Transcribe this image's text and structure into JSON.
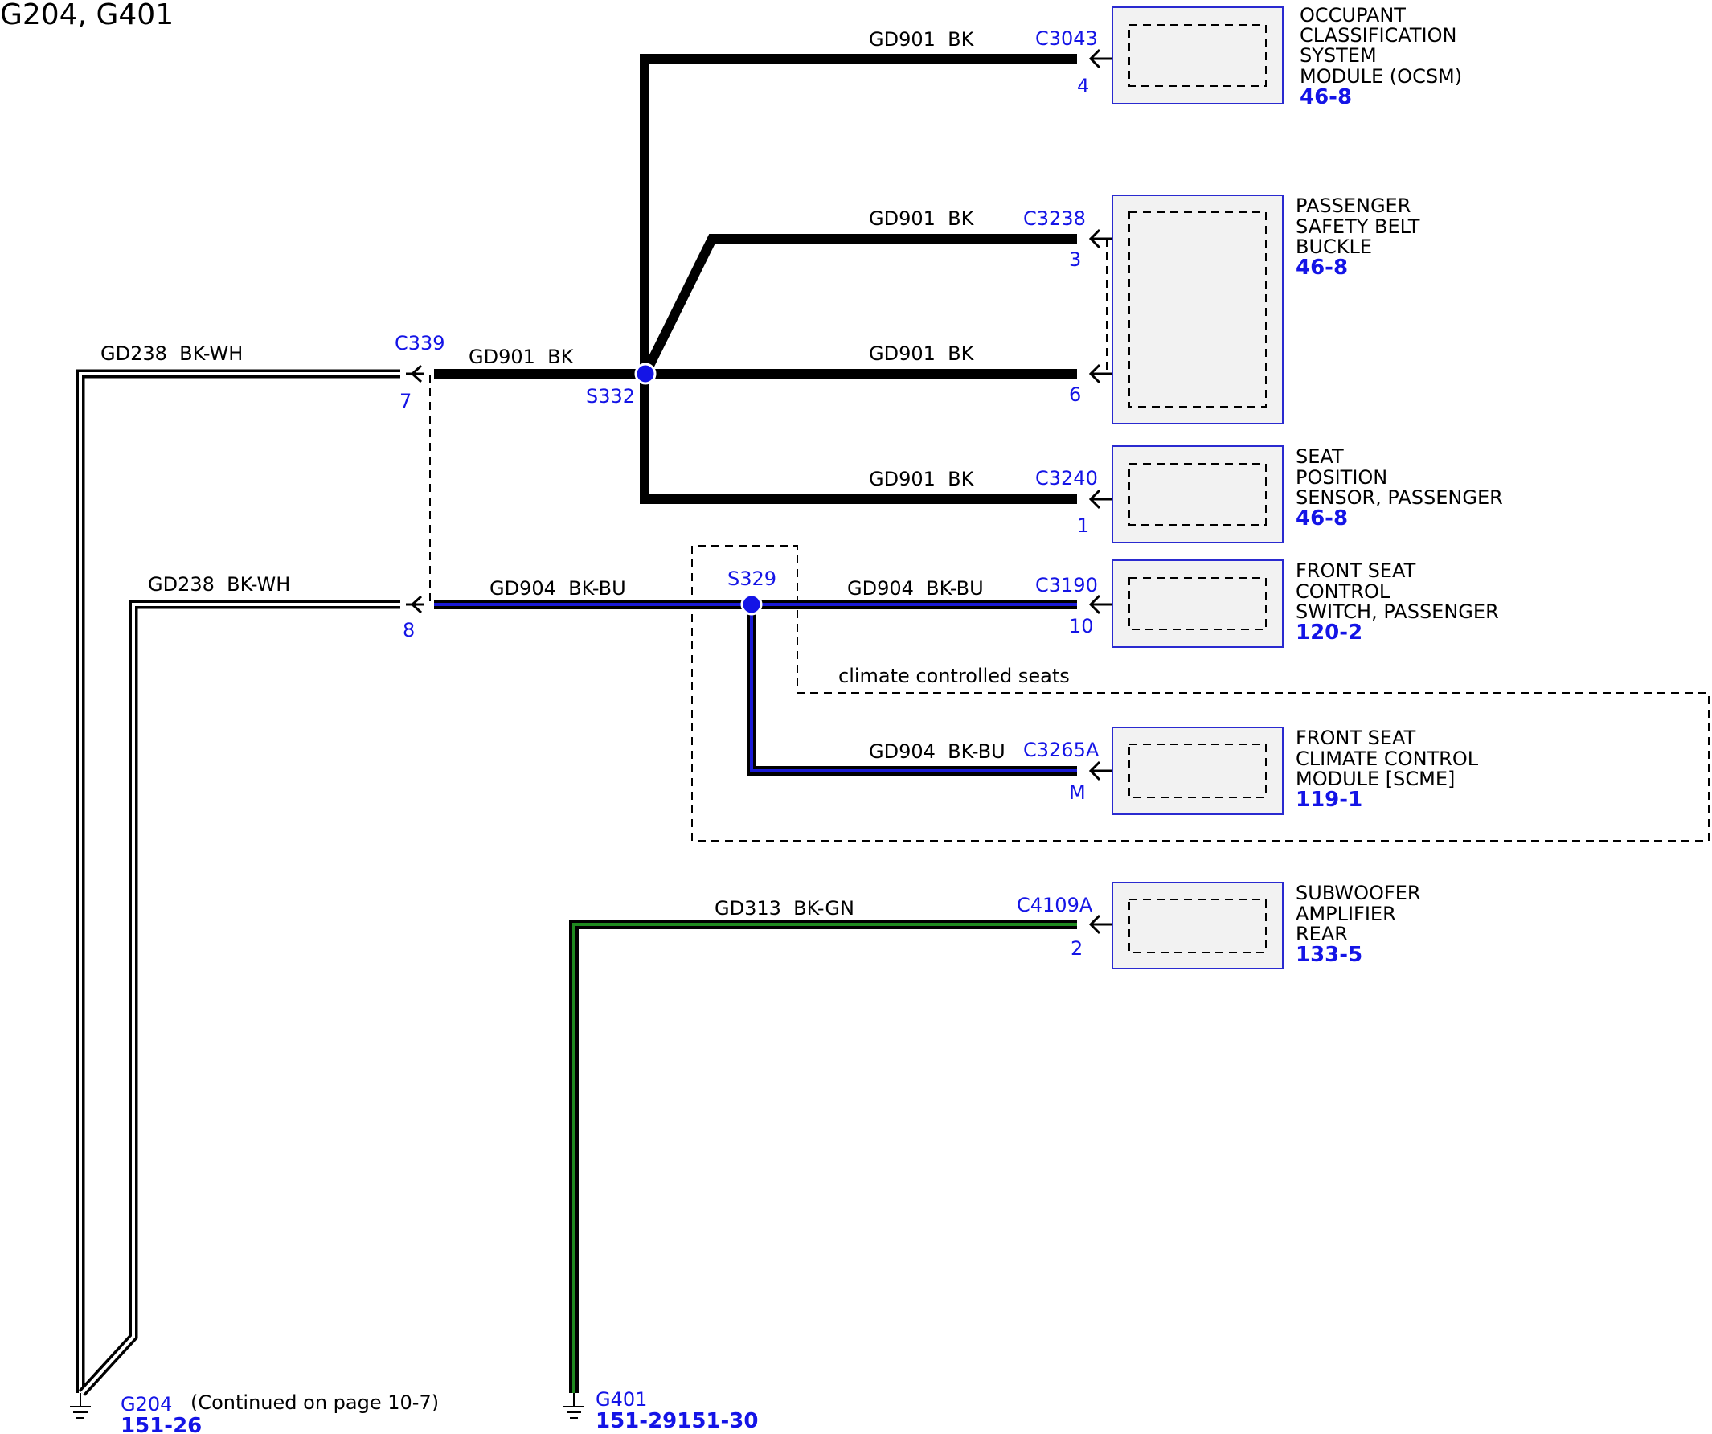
{
  "title": "G204, G401",
  "colors": {
    "wire_black": "#000000",
    "wire_blue": "#1a1ad6",
    "wire_green": "#1f8a1f",
    "connector_blue": "#1414e6",
    "component_fill": "#f2f2f2",
    "component_border": "#2a2ad0"
  },
  "wires": {
    "gd238_upper": "GD238  BK-WH",
    "gd238_lower": "GD238  BK-WH",
    "gd901_c339": "GD901  BK",
    "gd901_ocsm": "GD901  BK",
    "gd901_c3238": "GD901  BK",
    "gd901_pin6": "GD901  BK",
    "gd901_c3240": "GD901  BK",
    "gd904_c339": "GD904  BK-BU",
    "gd904_c3190": "GD904  BK-BU",
    "gd904_c3265a": "GD904  BK-BU",
    "gd313": "GD313  BK-GN"
  },
  "connectors": {
    "c339": {
      "name": "C339",
      "pin_upper": "7",
      "pin_lower": "8"
    },
    "c3043": {
      "name": "C3043",
      "pin": "4"
    },
    "c3238": {
      "name": "C3238",
      "pin": "3",
      "pin2": "6"
    },
    "c3240": {
      "name": "C3240",
      "pin": "1"
    },
    "c3190": {
      "name": "C3190",
      "pin": "10"
    },
    "c3265a": {
      "name": "C3265A",
      "pin": "M"
    },
    "c4109a": {
      "name": "C4109A",
      "pin": "2"
    }
  },
  "splices": {
    "s332": "S332",
    "s329": "S329"
  },
  "components": {
    "ocsm": {
      "lines": [
        "OCCUPANT",
        "CLASSIFICATION",
        "SYSTEM",
        "MODULE (OCSM)"
      ],
      "ref": "46-8"
    },
    "buckle": {
      "lines": [
        "PASSENGER",
        "SAFETY BELT",
        "BUCKLE"
      ],
      "ref": "46-8"
    },
    "seat_pos": {
      "lines": [
        "SEAT",
        "POSITION",
        "SENSOR, PASSENGER"
      ],
      "ref": "46-8"
    },
    "seat_switch": {
      "lines": [
        "FRONT SEAT",
        "CONTROL",
        "SWITCH, PASSENGER"
      ],
      "ref": "120-2"
    },
    "scme": {
      "lines": [
        "FRONT SEAT",
        "CLIMATE CONTROL",
        "MODULE [SCME]"
      ],
      "ref": "119-1"
    },
    "subwoofer": {
      "lines": [
        "SUBWOOFER",
        "AMPLIFIER",
        "REAR"
      ],
      "ref": "133-5"
    }
  },
  "option_label": "climate controlled seats",
  "grounds": {
    "g204": {
      "name": "G204",
      "ref": "151-26",
      "note": "(Continued on page 10-7)"
    },
    "g401": {
      "name": "G401",
      "ref": "151-29151-30"
    }
  }
}
